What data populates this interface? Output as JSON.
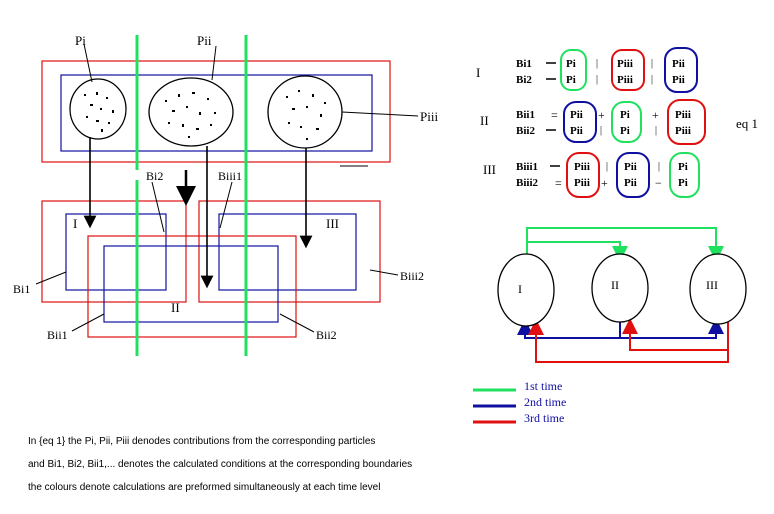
{
  "particles": {
    "pi": "Pi",
    "pii": "Pii",
    "piii": "Piii"
  },
  "boundaries": {
    "bi1": "Bi1",
    "bi2": "Bi2",
    "bii1": "Bii1",
    "bii2": "Bii2",
    "biii1": "Biii1",
    "biii2": "Biii2"
  },
  "regions": {
    "r1": "I",
    "r2": "II",
    "r3": "III"
  },
  "equations": {
    "label": "eq 1",
    "eq_i": {
      "num": "I",
      "row1": "Bi1",
      "row2": "Bi2",
      "op_eq": "=",
      "op_bar": "|",
      "op_plus": "+",
      "op_minus": "−",
      "a_top": "Pi",
      "a_bot": "Pi",
      "b_top": "Piii",
      "b_bot": "Piii",
      "c_top": "Pii",
      "c_bot": "Pii"
    },
    "eq_ii": {
      "num": "II",
      "row1": "Bii1",
      "row2": "Bii2",
      "a_top": "Pii",
      "a_bot": "Pii",
      "b_top": "Pi",
      "b_bot": "Pi",
      "c_top": "Piii",
      "c_bot": "Piii"
    },
    "eq_iii": {
      "num": "III",
      "row1": "Biii1",
      "row2": "Biii2",
      "a_top": "Piii",
      "a_bot": "Piii",
      "b_top": "Pii",
      "b_bot": "Pii",
      "c_top": "Pi",
      "c_bot": "Pi"
    }
  },
  "nodes": {
    "n1": "I",
    "n2": "II",
    "n3": "III"
  },
  "legend": {
    "first": "1st time",
    "second": "2nd time",
    "third": "3rd time"
  },
  "notes": {
    "line1": "In {eq 1} the Pi, Pii, Piii denodes contributions from the corresponding particles",
    "line2": "and Bi1, Bi2, Bii1,... denotes the calculated conditions at the corresponding boundaries",
    "line3": "the colours denote calculations are preformed simultaneously at each time level"
  },
  "colors": {
    "red": "#e01010",
    "navy": "#1010a0",
    "green": "#20e060",
    "black": "#000000"
  }
}
